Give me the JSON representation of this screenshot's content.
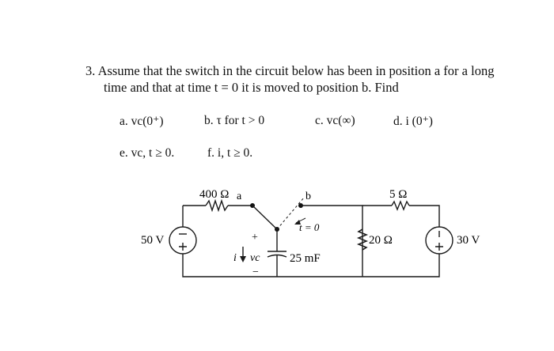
{
  "problem": {
    "line1": "3.  Assume that the switch in the circuit below has been in position a for a long",
    "line2": "time and that at time t = 0 it is moved to position b. Find"
  },
  "parts": {
    "a": "a.  vc(0⁺)",
    "b": "b. τ for t > 0",
    "c": "c. vc(∞)",
    "d": "d. i  (0⁺)",
    "e": "e. vc,  t ≥ 0.",
    "f": "f.  i, t ≥ 0."
  },
  "circuit": {
    "source_left": "50 V",
    "source_right": "30 V",
    "r1": "400 Ω",
    "r2": "5 Ω",
    "r3": "20 Ω",
    "capacitor": "25 mF",
    "switch_time": "t = 0",
    "pos_a": "a",
    "pos_b": "b",
    "current": "i",
    "vc_label": "vc",
    "plus": "+",
    "minus": "−"
  }
}
